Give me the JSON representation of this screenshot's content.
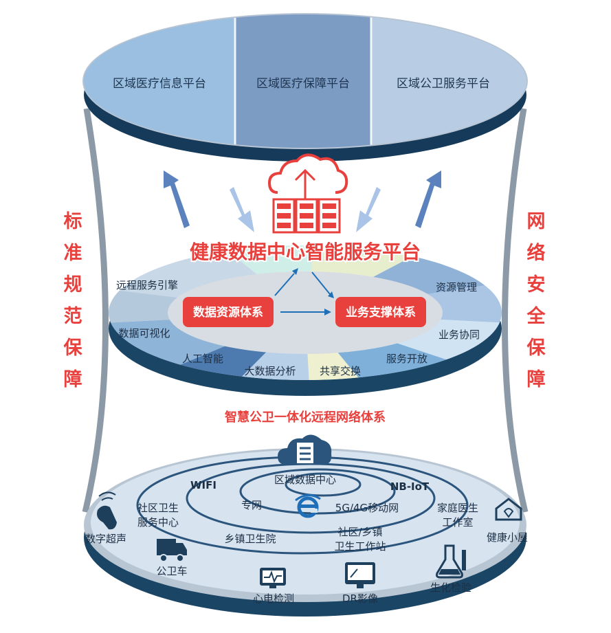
{
  "top_platforms": [
    "区域医疗信息平台",
    "区域医疗保障平台",
    "区域公卫服务平台"
  ],
  "left_pillar": [
    "标",
    "准",
    "规",
    "范",
    "保",
    "障"
  ],
  "right_pillar": [
    "网",
    "络",
    "安",
    "全",
    "保",
    "障"
  ],
  "center_title": "健康数据中心智能服务平台",
  "center_systems": {
    "data": "数据资源体系",
    "business": "业务支撑体系"
  },
  "ring_labels": [
    "远程服务引擎",
    "数据可视化",
    "人工智能",
    "大数据分析",
    "共享交换",
    "服务开放",
    "业务协同",
    "资源管理"
  ],
  "network_title": "智慧公卫一体化远程网络体系",
  "bottom_labels": {
    "regional_dc": "区域数据中心",
    "nbiot": "NB-IoT",
    "wifi": "WIFI",
    "private_net": "专网",
    "mobile_net": "5G/4G移动网",
    "community_center": [
      "社区卫生",
      "服务中心"
    ],
    "family_doctor": [
      "家庭医生",
      "工作室"
    ],
    "township": "乡镇卫生院",
    "community_station": [
      "社区/乡镇",
      "卫生工作站"
    ],
    "ultrasound": "数字超声",
    "health_hut": "健康小屋",
    "vehicle": "公卫车",
    "ecg": "心电检测",
    "dr": "DR影像",
    "biochem": "生化检验"
  },
  "colors": {
    "accent_red": "#e8403d",
    "navy": "#1d3f5c",
    "steel": "#6b8db8",
    "pale": "#d8e4ef"
  }
}
